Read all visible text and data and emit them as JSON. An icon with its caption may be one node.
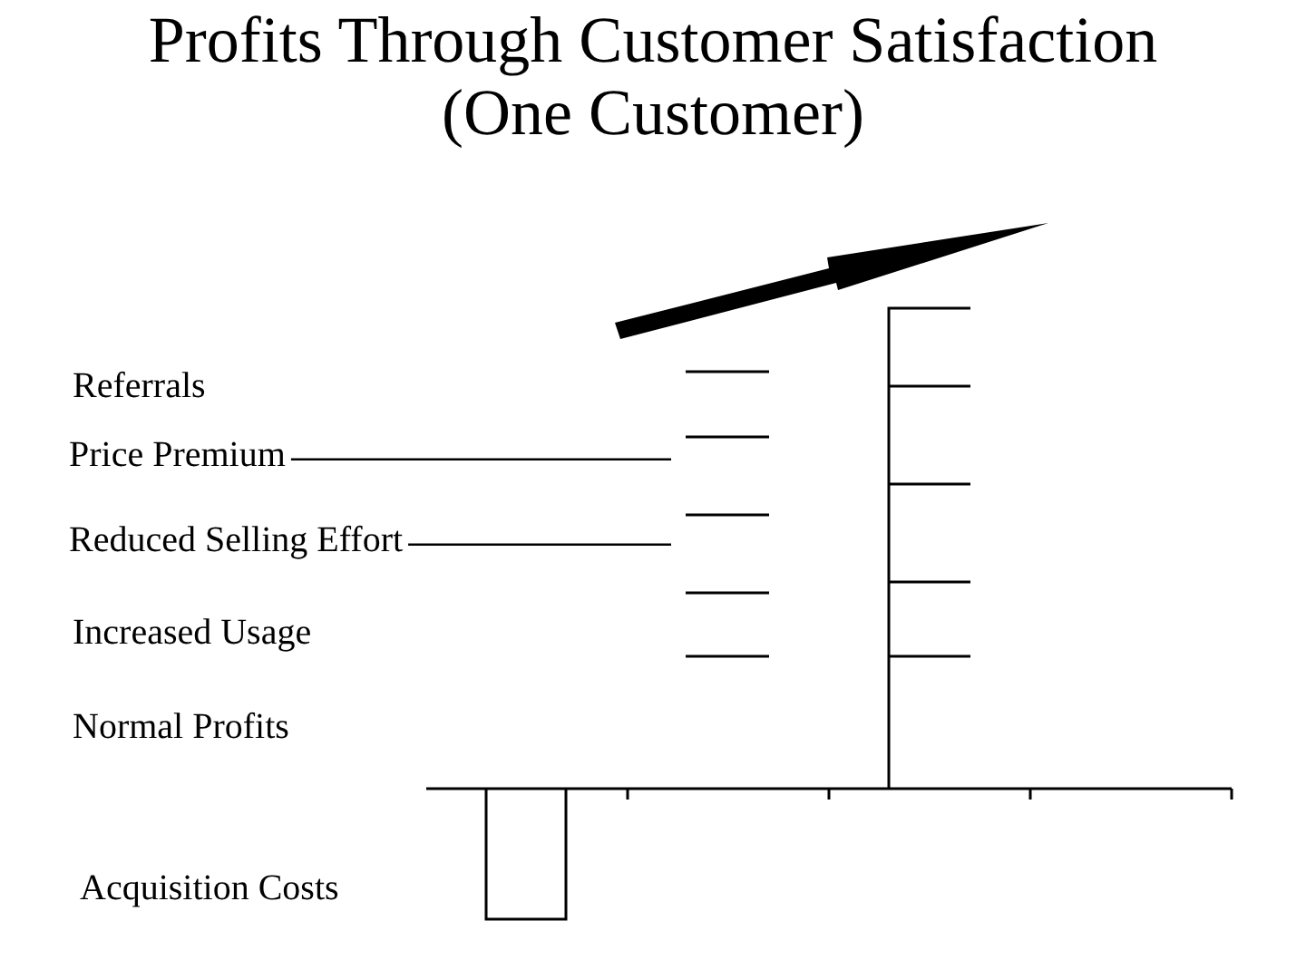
{
  "diagram": {
    "title": "Profits Through Customer Satisfaction (One Customer)",
    "nodes": [
      {
        "text": [
          "Price Premium"
        ]
      },
      {
        "text": [
          "Reduced Selling Effort"
        ]
      }
    ],
    "edges": [
      {
        "from": 0,
        "to": null,
        "arrow": "none"
      },
      {
        "from": 1,
        "to": null,
        "arrow": "none"
      }
    ],
    "labels": [
      "Referrals",
      "Increased Usage",
      "Normal Profits",
      "Acquisition Costs"
    ]
  }
}
